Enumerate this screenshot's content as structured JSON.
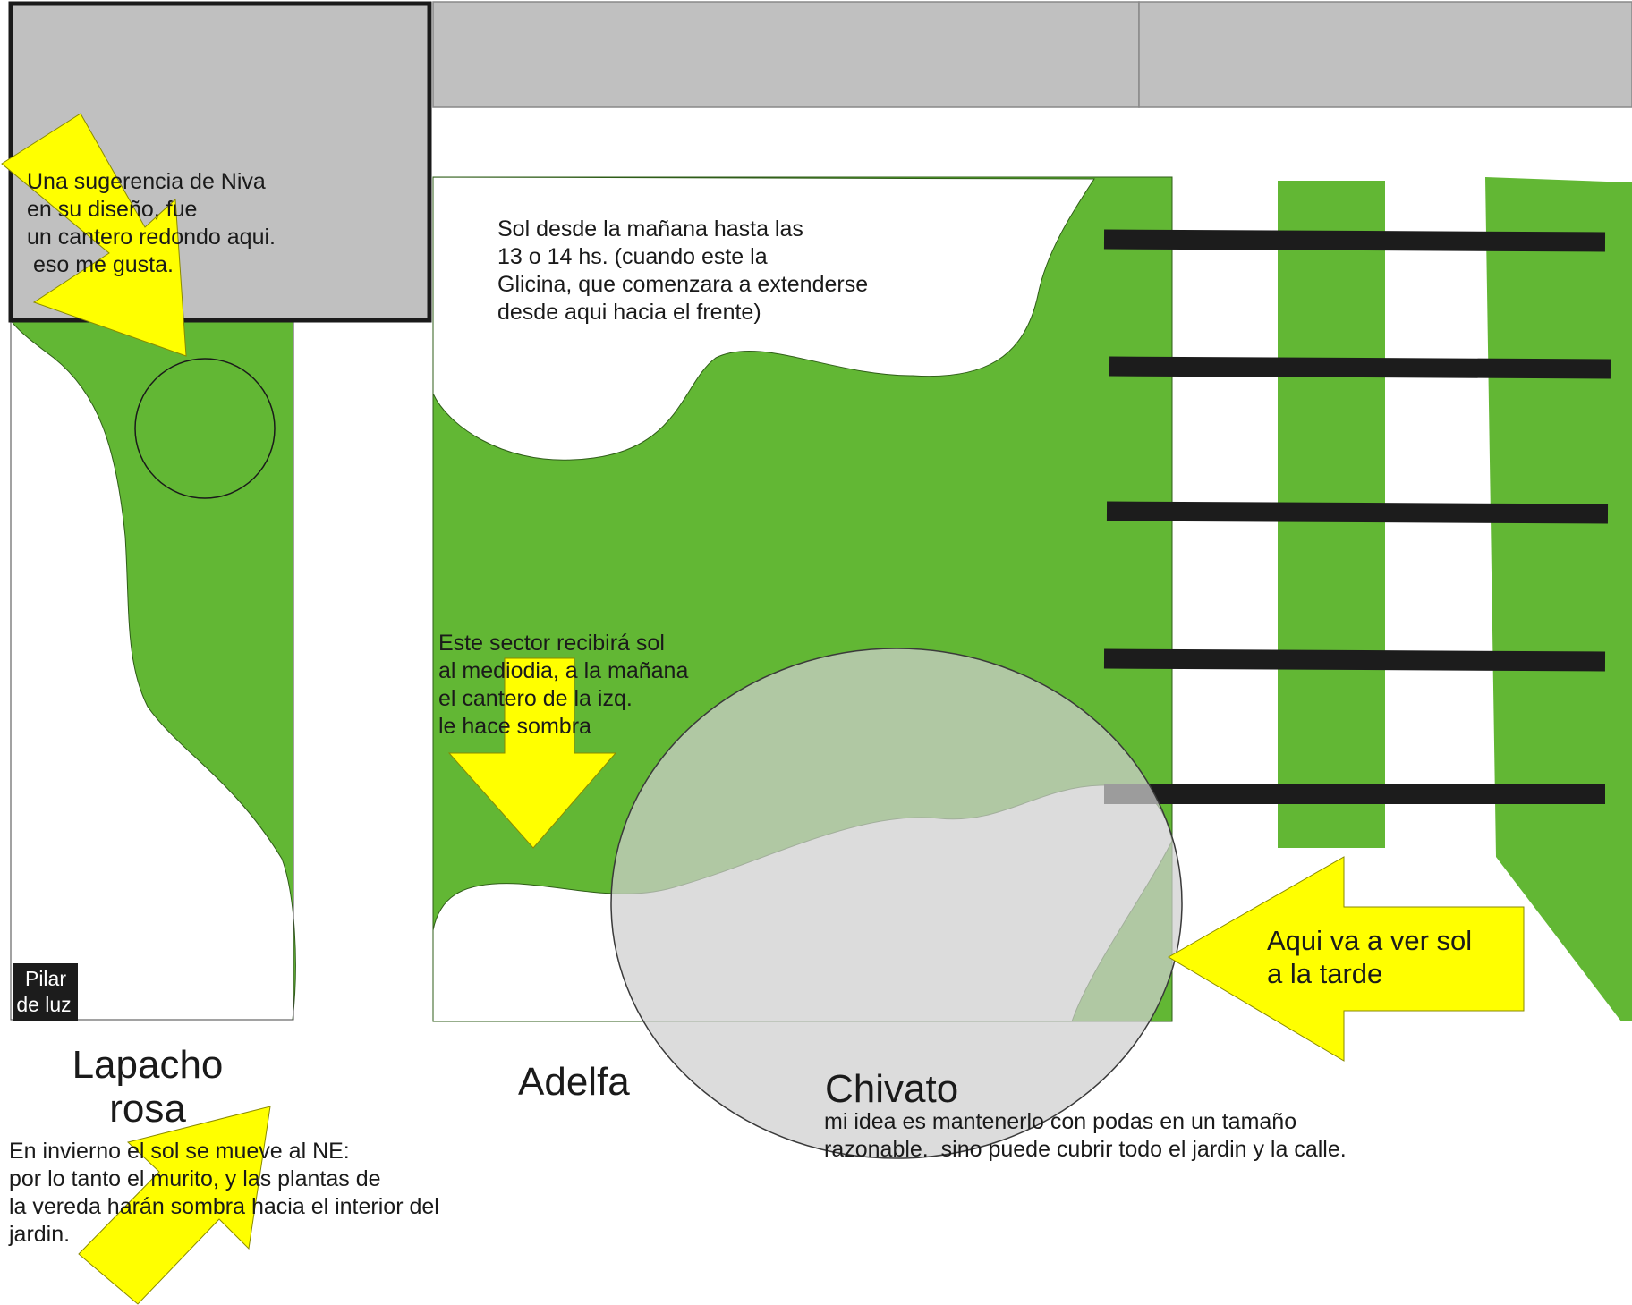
{
  "colors": {
    "grass": "#62b734",
    "paving": "#c0c0c0",
    "arrow": "#ffff00",
    "beam": "#1c1c1c",
    "canopy": "#d2d2d2",
    "outline": "#1a1a1a"
  },
  "notes": {
    "niva": [
      "Una sugerencia de Niva",
      "en su diseño, fue",
      "un cantero redondo aqui.",
      " eso me gusta."
    ],
    "sol_manana": [
      "Sol desde la mañana hasta las",
      "13 o 14 hs. (cuando este la",
      "Glicina, que comenzara a extenderse",
      "desde aqui hacia el frente)"
    ],
    "sector": [
      "Este sector recibirá sol",
      "al mediodia, a la mañana",
      "el cantero de la izq.",
      "le hace sombra"
    ],
    "tarde": [
      "Aqui va a ver sol",
      "a la tarde"
    ],
    "invierno": [
      "En invierno el sol se mueve al NE:",
      "por lo tanto el murito, y las plantas de",
      "la vereda harán sombra hacia el interior del",
      "jardin."
    ],
    "chivato_note": [
      "mi idea es mantenerlo con podas en un tamaño",
      "razonable.  sino puede cubrir todo el jardin y la calle."
    ]
  },
  "plants": {
    "lapacho": [
      "Lapacho",
      "rosa"
    ],
    "adelfa": "Adelfa",
    "chivato": "Chivato"
  },
  "pilar": [
    "Pilar",
    "de luz"
  ],
  "icons": {
    "sun_arrows": "yellow-arrow-icon",
    "planter": "round-planter-icon",
    "pergola": "pergola-beam-icon"
  }
}
